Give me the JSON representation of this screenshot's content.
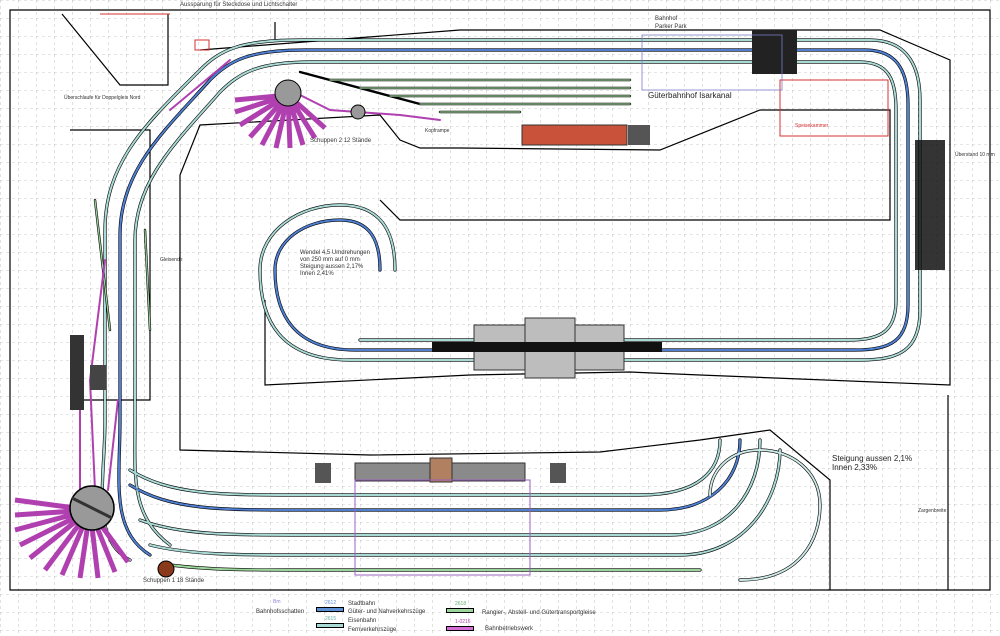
{
  "title": "Aussparung für Steckdose und Lichtschalter",
  "labels": {
    "bahnhof_line1": "Bahnhof",
    "bahnhof_line2": "Parker Park",
    "gueterbahnhof": "Güterbahnhof Isarkanal",
    "schuppen_2": "Schuppen 2 12 Stände",
    "schuppen_1": "Schuppen 1 18 Stände",
    "kopframpe": "Kopframpe",
    "speisekammer": "Speisekammer",
    "left_note": "Überschlaufe für Doppelgleis Nord",
    "left_small": "Gleisende",
    "right_note": "Überstand 10 mm",
    "wendel_1": "Wendel 4,5 Umdrehungen",
    "wendel_2": "von 250 mm auf 0 mm",
    "wendel_3": "Steigung aussen 2,17%",
    "wendel_4": "Innen 2,41%",
    "steigung_1": "Steigung aussen 2,1%",
    "steigung_2": "Innen 2,33%",
    "door_label": "Zargenbreite"
  },
  "legend": {
    "items": [
      {
        "code": "Bm",
        "label": "Bahnhofsschatten",
        "color": "#c9c3f0"
      },
      {
        "code": "2612",
        "label_1": "Stadtbahn",
        "label_2": "Güter- und Nahverkehrszüge",
        "color": "#5b8fd6"
      },
      {
        "code": "2615",
        "label_1": "Eisenbahn",
        "label_2": "Fernverkehrszüge",
        "color": "#a9d9d4"
      },
      {
        "code": "2618",
        "label": "Rangier-, Abstell- und Gütertransportgleise",
        "color": "#9bd59b"
      },
      {
        "code": "1-0216",
        "label": "Bahnbetriebswerk",
        "color": "#d66bd6"
      }
    ]
  },
  "colors": {
    "blue": "#4f7fd0",
    "teal": "#9fd4cf",
    "green": "#8fd08f",
    "magenta": "#b040b0",
    "red": "#d43030",
    "brown": "#c8523a"
  }
}
